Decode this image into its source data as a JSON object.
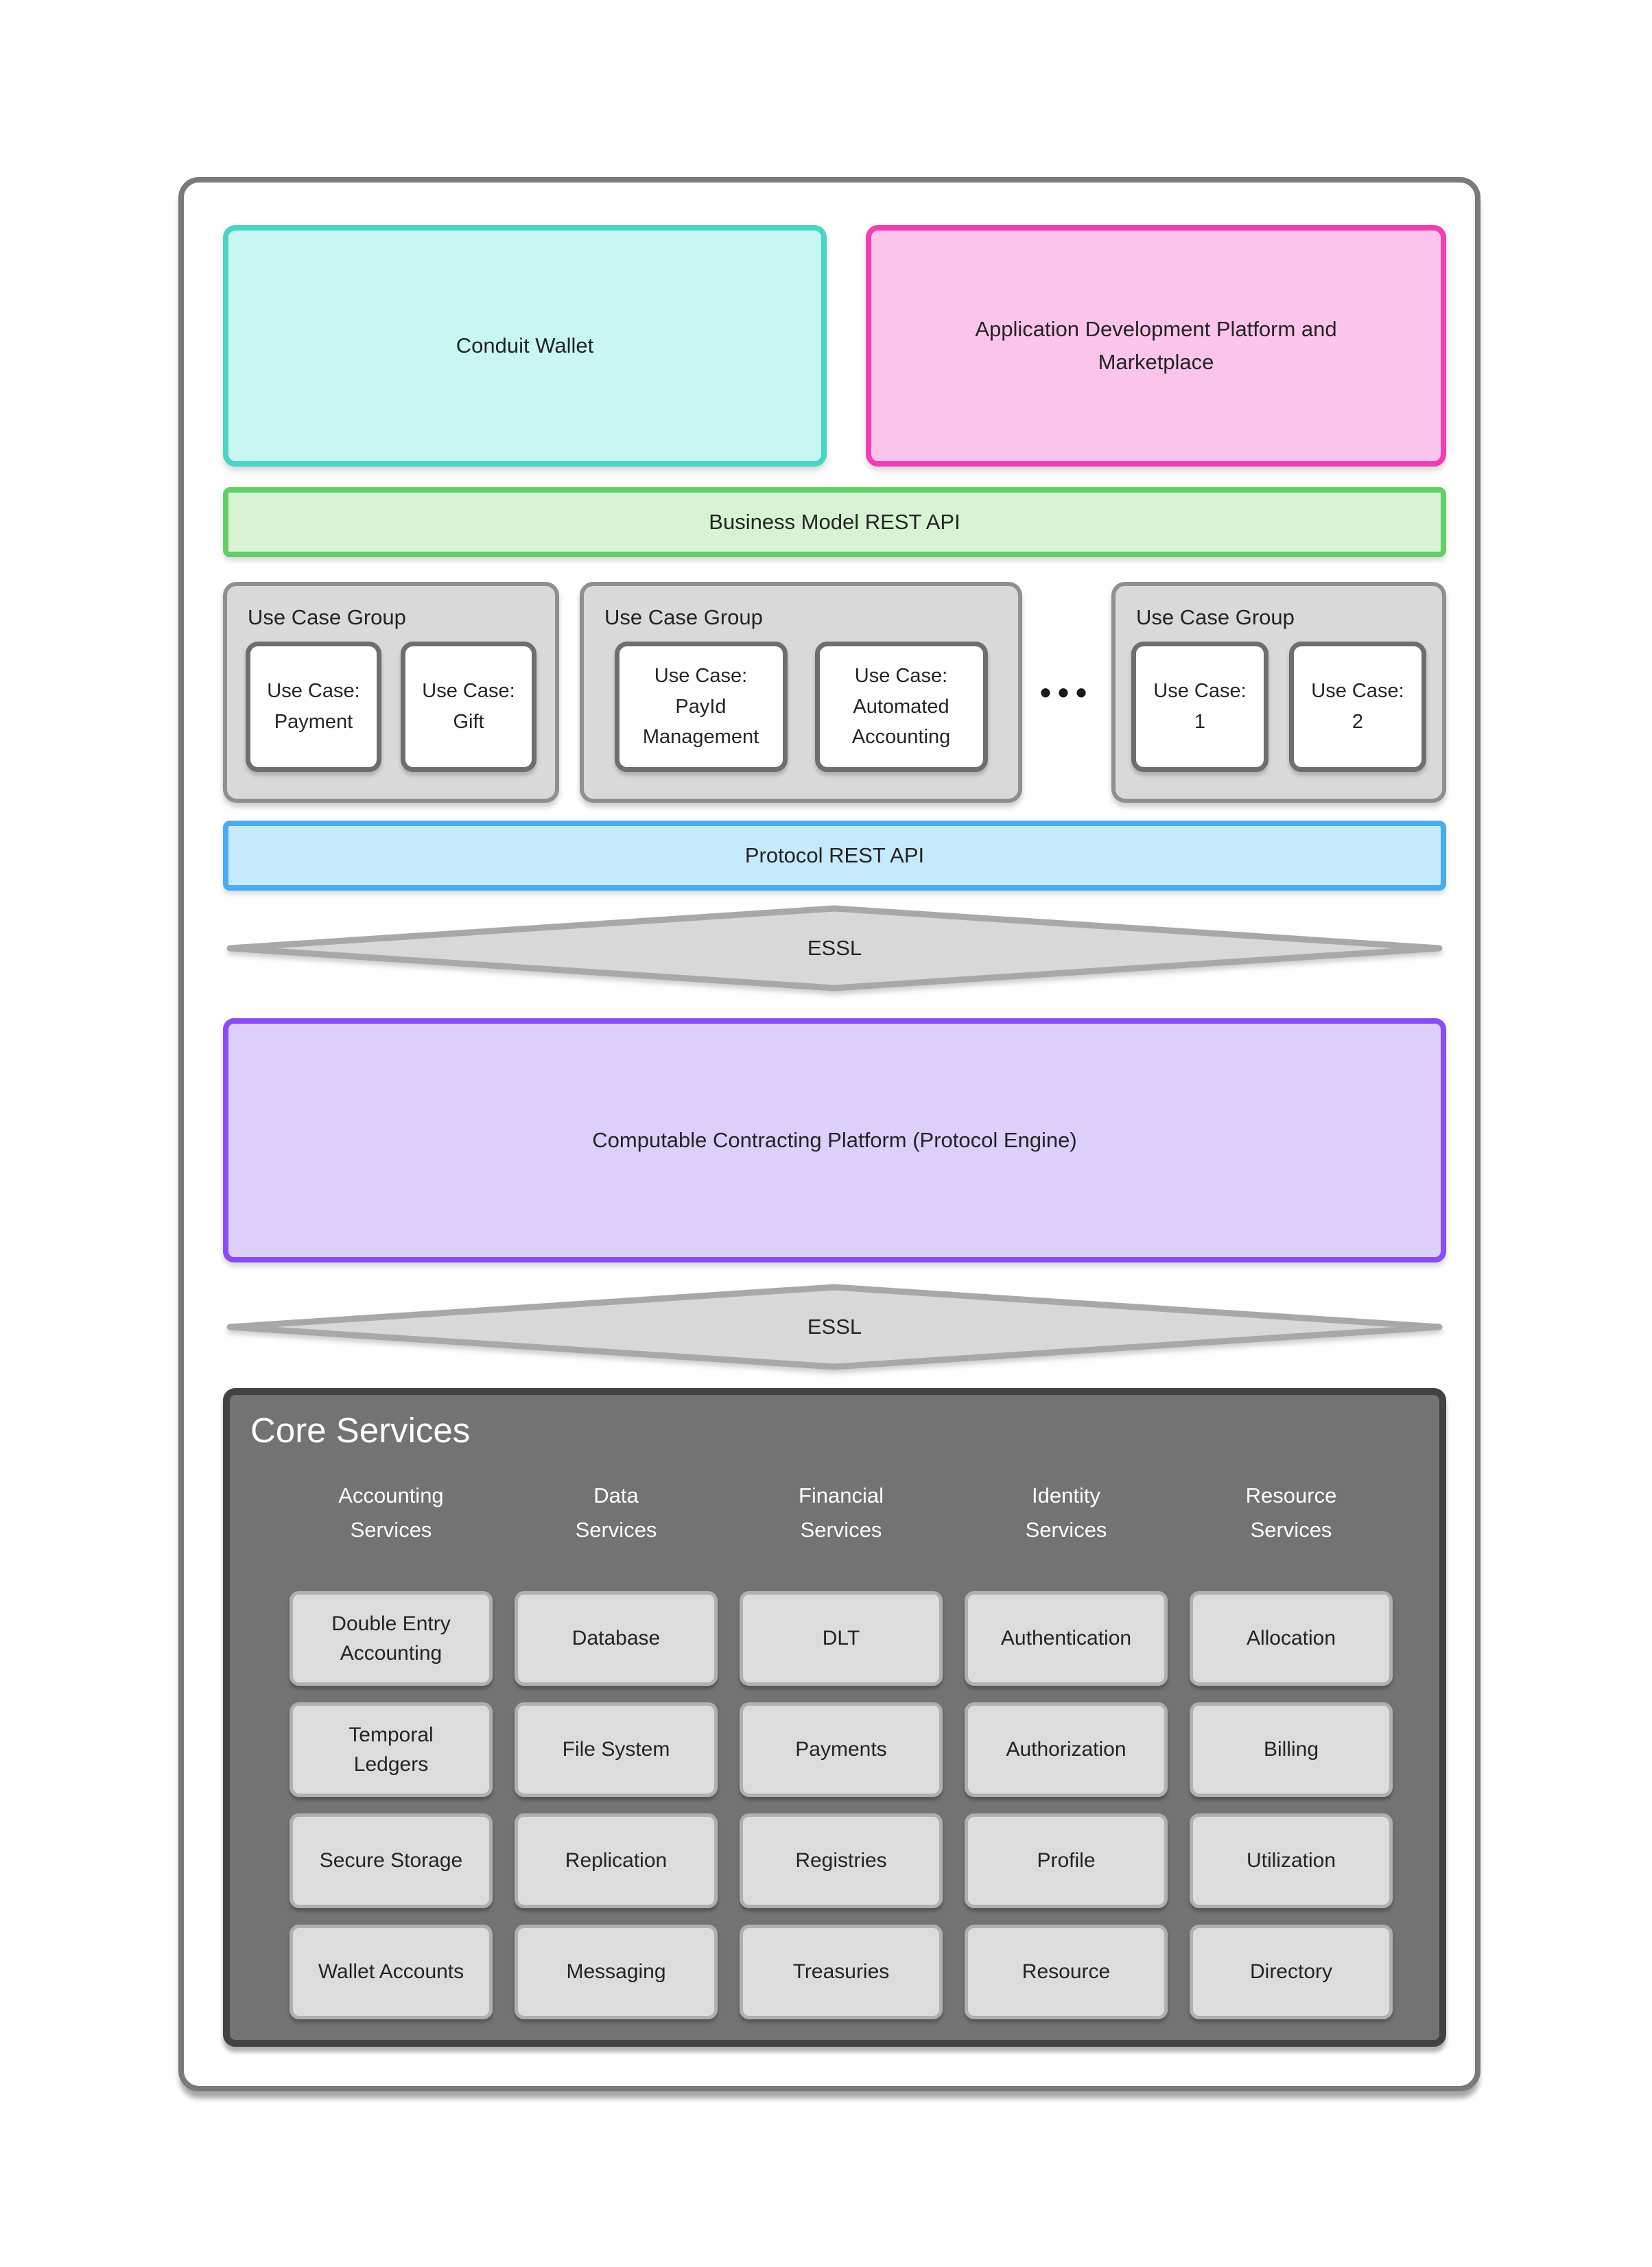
{
  "colors": {
    "outer-border": "#7A7A7A",
    "teal-fill": "#C7F7F0",
    "teal-border": "#47D5C5",
    "pink-fill": "#FBC4EC",
    "pink-border": "#F23EB4",
    "green-fill": "#D6F3D2",
    "green-border": "#62CF68",
    "blue-fill": "#C6E9FC",
    "blue-border": "#47ACF5",
    "purple-fill": "#DCCFFA",
    "purple-border": "#8A4BFD",
    "group-fill": "#D9D9D9",
    "group-border": "#8F8F8F",
    "case-border": "#6E6E6E",
    "essl-fill": "#D8D8D8",
    "essl-border": "#A8A8A8",
    "core-bg": "#737373",
    "core-border": "#424242",
    "cell-fill": "#DCDCDC",
    "cell-border": "#B0B0B0",
    "text-dark": "#242424",
    "text-light": "#FFFFFF"
  },
  "top": {
    "wallet": "Conduit Wallet",
    "platform": "Application Development Platform and Marketplace"
  },
  "bars": {
    "business": "Business Model REST API",
    "protocol": "Protocol REST API"
  },
  "groups": [
    {
      "title": "Use Case Group",
      "cases": [
        {
          "prefix": "Use Case:",
          "name": "Payment"
        },
        {
          "prefix": "Use Case:",
          "name": "Gift"
        }
      ]
    },
    {
      "title": "Use Case Group",
      "cases": [
        {
          "prefix": "Use Case:",
          "name": "PayId Management"
        },
        {
          "prefix": "Use Case:",
          "name": "Automated Accounting"
        }
      ]
    },
    {
      "title": "Use Case Group",
      "cases": [
        {
          "prefix": "Use Case:",
          "name": "1"
        },
        {
          "prefix": "Use Case:",
          "name": "2"
        }
      ]
    }
  ],
  "ellipsis": "•••",
  "essl": {
    "label": "ESSL"
  },
  "engine": {
    "label": "Computable Contracting Platform (Protocol Engine)"
  },
  "core": {
    "title": "Core Services",
    "columns": [
      {
        "header": {
          "line1": "Accounting",
          "line2": "Services"
        },
        "items": [
          "Double Entry Accounting",
          "Temporal Ledgers",
          "Secure Storage",
          "Wallet Accounts"
        ]
      },
      {
        "header": {
          "line1": "Data",
          "line2": "Services"
        },
        "items": [
          "Database",
          "File System",
          "Replication",
          "Messaging"
        ]
      },
      {
        "header": {
          "line1": "Financial",
          "line2": "Services"
        },
        "items": [
          "DLT",
          "Payments",
          "Registries",
          "Treasuries"
        ]
      },
      {
        "header": {
          "line1": "Identity",
          "line2": "Services"
        },
        "items": [
          "Authentication",
          "Authorization",
          "Profile",
          "Resource"
        ]
      },
      {
        "header": {
          "line1": "Resource",
          "line2": "Services"
        },
        "items": [
          "Allocation",
          "Billing",
          "Utilization",
          "Directory"
        ]
      }
    ]
  }
}
